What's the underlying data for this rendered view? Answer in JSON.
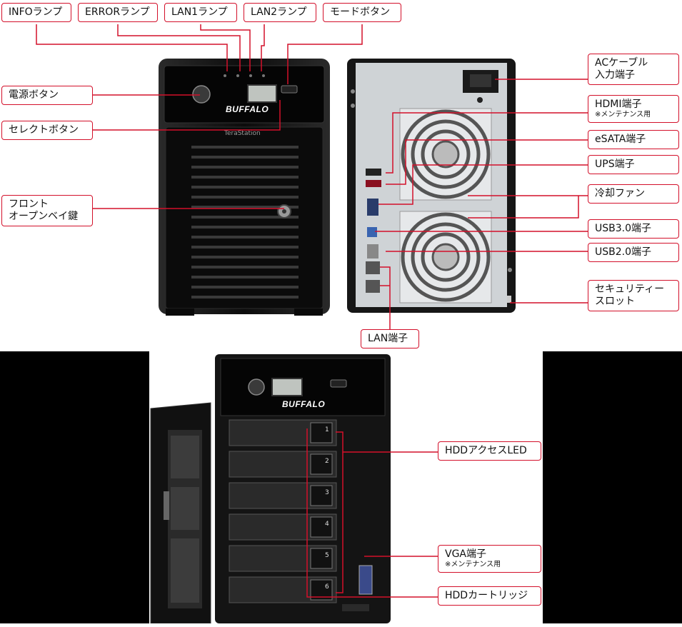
{
  "front_view": {
    "brand": "BUFFALO",
    "model": "TeraStation"
  },
  "labels": {
    "info_lamp": "INFOランプ",
    "error_lamp": "ERRORランプ",
    "lan1_lamp": "LAN1ランプ",
    "lan2_lamp": "LAN2ランプ",
    "mode_button": "モードボタン",
    "power_button": "電源ボタン",
    "select_button": "セレクトボタン",
    "front_open_key_line1": "フロント",
    "front_open_key_line2": "オープンベイ鍵",
    "ac_cable_line1": "ACケーブル",
    "ac_cable_line2": "入力端子",
    "hdmi": "HDMI端子",
    "hdmi_note": "※メンテナンス用",
    "esata": "eSATA端子",
    "ups": "UPS端子",
    "cooling_fan": "冷却ファン",
    "usb3": "USB3.0端子",
    "usb2": "USB2.0端子",
    "security_line1": "セキュリティー",
    "security_line2": "スロット",
    "lan_port": "LAN端子",
    "hdd_access_led": "HDDアクセスLED",
    "vga": "VGA端子",
    "vga_note": "※メンテナンス用",
    "hdd_cartridge": "HDDカートリッジ"
  },
  "open_view": {
    "brand": "BUFFALO",
    "bay_numbers": [
      "1",
      "2",
      "3",
      "4",
      "5",
      "6"
    ]
  },
  "colors": {
    "leader": "#d3102a",
    "chassis": "#141414",
    "rear_panel": "#cfd3d6"
  }
}
